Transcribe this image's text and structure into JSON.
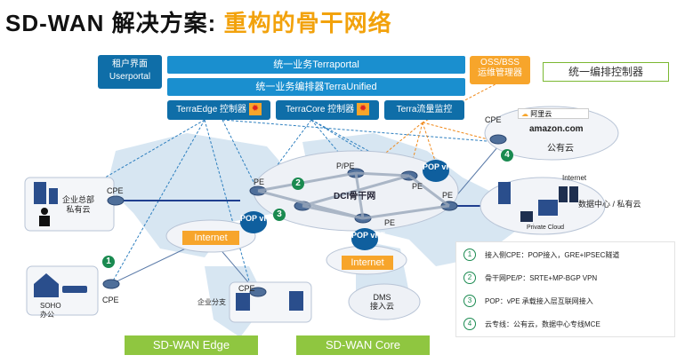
{
  "title": {
    "main": "SD-WAN 解决方案:",
    "accent": "重构的骨干网络"
  },
  "top_panel": {
    "user_portal": "租户界面\nUserportal",
    "terra_portal": "统一业务Terraportal",
    "terra_unified": "统一业务编排器TerraUnified",
    "terra_edge": "TerraEdge 控制器",
    "terra_core": "TerraCore 控制器",
    "terra_monitor": "Terra流量监控",
    "oss_bss": "OSS/BSS\n运维管理器",
    "orchestrator_tag": "统一编排控制器"
  },
  "nodes": {
    "public_cloud": "公有云",
    "amazon": "amazon.com",
    "aliyun": "阿里云",
    "enterprise_dc": "企业总部\n私有云",
    "dc_private": "数据中心 / 私有云",
    "internet_a": "Internet",
    "private_cloud": "Private Cloud",
    "internet_main": "Internet",
    "internet_lower": "Internet",
    "dci_backbone": "DCI骨干网",
    "ppe": "P/PE",
    "pe_a": "PE",
    "pe_b": "PE",
    "pe_c": "PE",
    "pe_d": "PE",
    "cpe_hq": "CPE",
    "cpe_soho": "CPE",
    "cpe_branch": "CPE",
    "cpe_cloud": "CPE",
    "pop_vpe_1": "POP\nvPE",
    "pop_vpe_2": "POP\nvPE",
    "pop_vpe_3": "POP\nvPE",
    "soho": "SOHO\n办公",
    "branch": "企业分支",
    "dms": "DMS\n接入云"
  },
  "markers": [
    "1",
    "2",
    "3",
    "4"
  ],
  "legend": [
    {
      "num": "1",
      "text": "接入侧CPE：POP接入，GRE+IPSEC隧道"
    },
    {
      "num": "2",
      "text": "骨干网PE/P：SRTE+MP-BGP VPN"
    },
    {
      "num": "3",
      "text": "POP：vPE 承载接入层互联网接入"
    },
    {
      "num": "4",
      "text": "云专线：公有云，数据中心专线MCE"
    }
  ],
  "footer": {
    "edge": "SD-WAN Edge",
    "core": "SD-WAN Core"
  },
  "colors": {
    "accent": "#f2a20c",
    "blue": "#1a8fcf",
    "dark_blue": "#0f6ea8",
    "green": "#8fc640",
    "orange": "#f7a52b"
  }
}
